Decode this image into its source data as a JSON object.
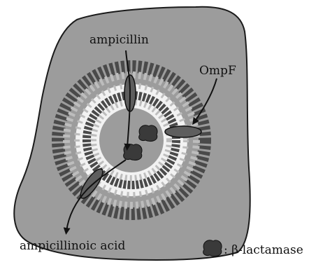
{
  "diagram": {
    "labels": {
      "ampicillin": "ampicillin",
      "ompf": "OmpF",
      "product": "ampicillinoic acid",
      "legend": ": β-lactamase"
    },
    "icons": {
      "enzyme": "beta-lactamase-blob-icon",
      "porin": "ompf-porin-ellipse-icon"
    },
    "colors": {
      "cell": "#9c9c9c",
      "outline": "#1a1a1a",
      "membrane_dark": "#4a4a4a",
      "membrane_light": "#bdbdbd",
      "periplasm": "#f2f2f2",
      "enzyme": "#3a3a3a",
      "porin": "#5e5e5e"
    }
  }
}
